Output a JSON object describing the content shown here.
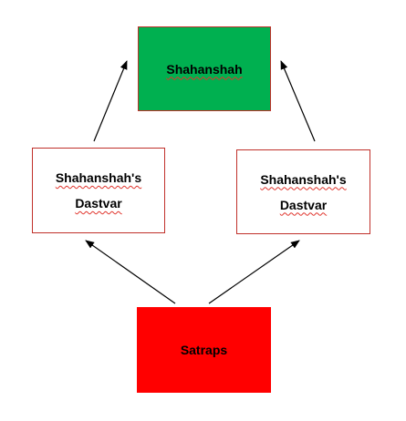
{
  "nodes": {
    "top": {
      "lines": [
        "Shahanshah"
      ],
      "squiggle": [
        true
      ],
      "fill": "#00b050"
    },
    "left": {
      "lines": [
        "Shahanshah's",
        "Dastvar"
      ],
      "squiggle": [
        true,
        true
      ],
      "fill": "#ffffff"
    },
    "right": {
      "lines": [
        "Shahanshah's",
        "Dastvar"
      ],
      "squiggle": [
        true,
        true
      ],
      "fill": "#ffffff"
    },
    "bottom": {
      "lines": [
        "Satraps"
      ],
      "squiggle": [
        false
      ],
      "fill": "#ff0000"
    }
  },
  "edges": [
    {
      "from": "left",
      "to": "top"
    },
    {
      "from": "right",
      "to": "top"
    },
    {
      "from": "bottom",
      "to": "left"
    },
    {
      "from": "bottom",
      "to": "right"
    }
  ],
  "colors": {
    "box_border": "#c0302a",
    "arrow": "#000000",
    "spellcheck": "#e0342c"
  }
}
